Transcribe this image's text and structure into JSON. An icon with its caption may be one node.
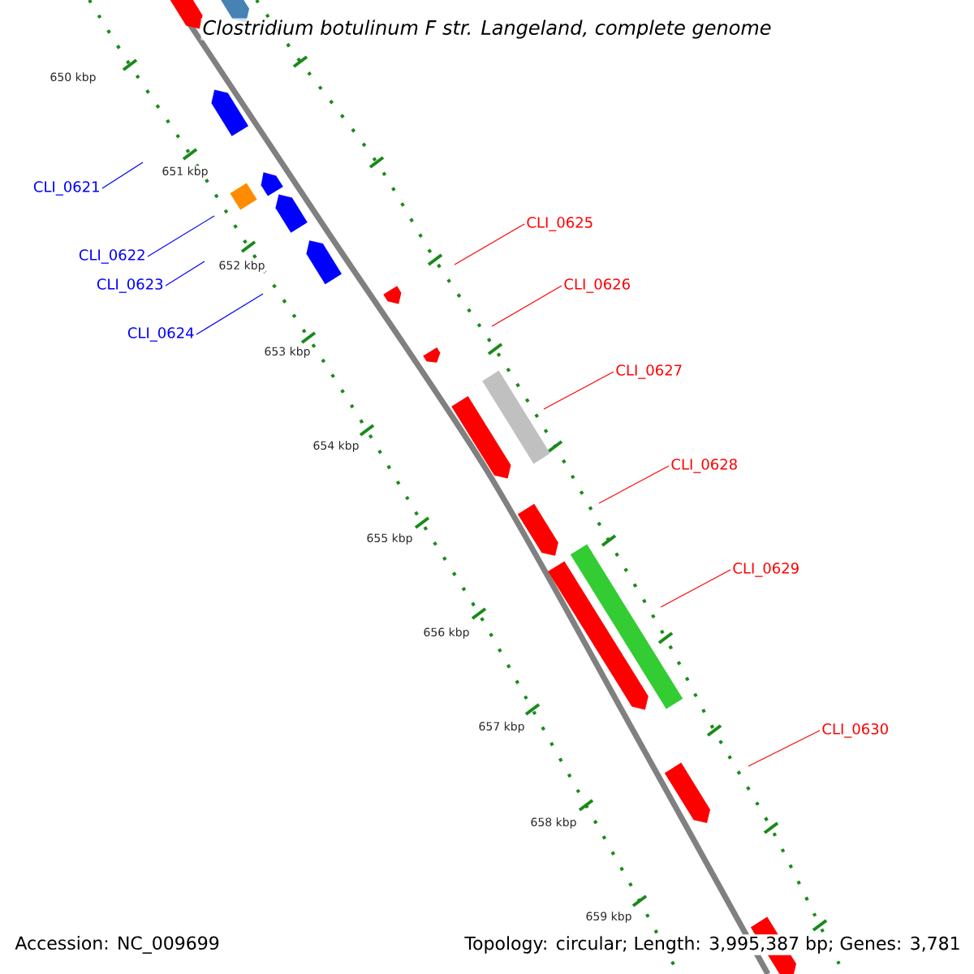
{
  "diagram": {
    "title": "Clostridium botulinum F str. Langeland, complete genome",
    "nodes": [
      {
        "text": [
          "CLI_0621"
        ]
      },
      {
        "text": [
          "CLI_0622"
        ]
      },
      {
        "text": [
          "CLI_0623"
        ]
      },
      {
        "text": [
          "CLI_0624"
        ]
      },
      {
        "text": [
          "CLI_0625"
        ]
      },
      {
        "text": [
          "CLI_0626"
        ]
      },
      {
        "text": [
          "CLI_0627"
        ]
      },
      {
        "text": [
          "CLI_0628"
        ]
      },
      {
        "text": [
          "CLI_0629"
        ]
      },
      {
        "text": [
          "CLI_0630"
        ]
      }
    ],
    "edges": [
      {
        "from": 0,
        "to": null,
        "arrow": "none",
        "color": "#0000ff"
      },
      {
        "from": 1,
        "to": null,
        "arrow": "none",
        "color": "#0000ff"
      },
      {
        "from": 2,
        "to": null,
        "arrow": "none",
        "color": "#0000ff"
      },
      {
        "from": 3,
        "to": null,
        "arrow": "none",
        "color": "#0000ff"
      },
      {
        "from": 4,
        "to": null,
        "arrow": "none"
      },
      {
        "from": 5,
        "to": null,
        "arrow": "none"
      },
      {
        "from": 6,
        "to": null,
        "arrow": "none"
      },
      {
        "from": 7,
        "to": null,
        "arrow": "none"
      },
      {
        "from": 8,
        "to": null,
        "arrow": "none"
      },
      {
        "from": 9,
        "to": null,
        "arrow": "none"
      }
    ],
    "labels": [
      "650 kbp",
      "651 kbp",
      "652 kbp",
      "653 kbp",
      "654 kbp",
      "655 kbp",
      "656 kbp",
      "657 kbp",
      "658 kbp",
      "659 kbp",
      "Accession: NC_009699",
      "Topology: circular; Length: 3,995,387 bp; Genes: 3,781"
    ]
  }
}
